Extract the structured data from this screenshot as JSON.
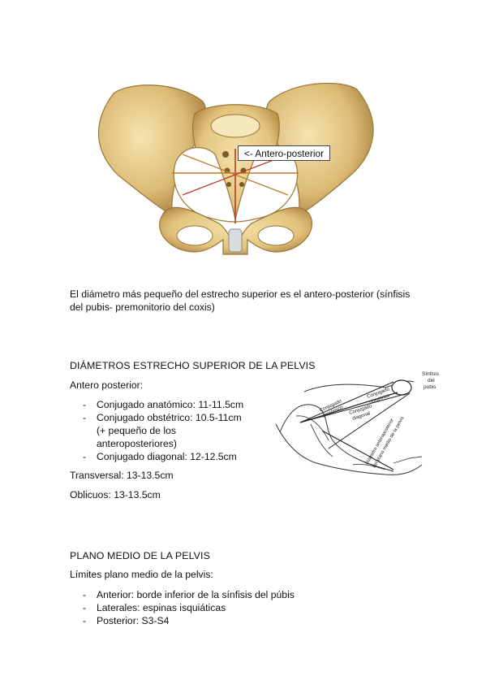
{
  "figure1": {
    "callout": "<- Antero-posterior"
  },
  "caption": {
    "line1": "El diámetro más pequeño del estrecho superior es el antero-posterior (sínfisis",
    "line2": "del pubis- premonitorio del coxis)"
  },
  "section1": {
    "heading": "DIÁMETROS ESTRECHO SUPERIOR DE LA PELVIS",
    "subheading": "Antero posterior:",
    "items": [
      {
        "line1": "Conjugado anatómico: 11-11.5cm"
      },
      {
        "line1": "Conjugado obstétrico: 10.5-11cm",
        "line2": "(+ pequeño de los",
        "line3": "anteroposteriores)"
      },
      {
        "line1": "Conjugado diagonal: 12-12.5cm"
      }
    ],
    "transversal": "Transversal: 13-13.5cm",
    "oblicuos": "Oblicuos: 13-13.5cm"
  },
  "figure2": {
    "label_sinfisis_1": "Sínfisis",
    "label_sinfisis_2": "del",
    "label_sinfisis_3": "pubis",
    "label_conj_anat_1": "Conjugado",
    "label_conj_anat_2": "anatómico",
    "label_conj_obst_1": "Conjugado",
    "label_conj_obst_2": "obstétrico",
    "label_conj_diag_1": "Conjugado",
    "label_conj_diag_2": "diagonal",
    "label_plano_1": "Diámetro anteroposterior",
    "label_plano_2": "del plano medio de la pelvis"
  },
  "section2": {
    "heading": "PLANO MEDIO DE LA PELVIS",
    "subheading": "Límites plano medio de la pelvis:",
    "items": [
      "Anterior: borde inferior de la sínfisis del púbis",
      "Laterales: espinas isquiáticas",
      "Posterior: S3-S4"
    ]
  },
  "colors": {
    "bone": "#e8cf8e",
    "bone_shadow": "#b38a45",
    "guide_line": "#c0392b"
  }
}
